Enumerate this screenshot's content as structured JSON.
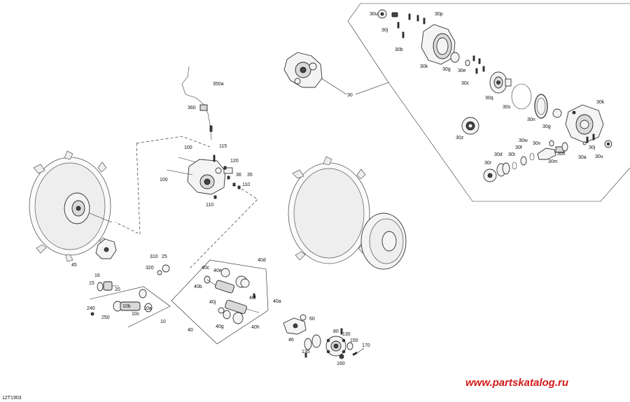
{
  "reference_code": "12T1903",
  "watermark": "www.partskatalog.ru",
  "callouts": [
    "350a",
    "360",
    "100",
    "115",
    "120",
    "100",
    "36",
    "35",
    "110",
    "110",
    "45",
    "310",
    "25",
    "320",
    "16",
    "15",
    "20",
    "240",
    "10b",
    "10a",
    "10c",
    "250",
    "10",
    "40c",
    "40e",
    "40d",
    "40b",
    "40f",
    "40j",
    "40a",
    "40g",
    "40h",
    "40",
    "46",
    "60",
    "80",
    "130",
    "150",
    "135",
    "170",
    "160",
    "30u",
    "30p",
    "30j",
    "30b",
    "30k",
    "30g",
    "30e",
    "30c",
    "30",
    "30q",
    "30s",
    "30n",
    "30g",
    "30k",
    "30z",
    "30w",
    "30v",
    "30f",
    "30d",
    "30t",
    "30r",
    "30m",
    "30h",
    "30j",
    "30a",
    "30u"
  ]
}
